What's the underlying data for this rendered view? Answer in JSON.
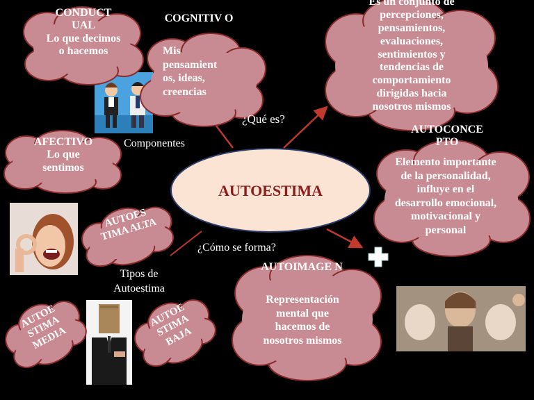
{
  "colors": {
    "background": "#000000",
    "cloud_fill": "#c98b93",
    "cloud_stroke": "#8a2a2a",
    "center_fill": "#fbe4d3",
    "center_stroke": "#2a3c6a",
    "center_text": "#8b1d1d",
    "arrow": "#c0392b"
  },
  "center": {
    "title": "AUTOESTIMA"
  },
  "questions": {
    "what": "¿Qué es?",
    "how": "¿Cómo se forma?"
  },
  "labels": {
    "components": "Componentes",
    "types_line1": "Tipos de",
    "types_line2": "Autoestima"
  },
  "nodes": {
    "conductual": {
      "title": "CONDUCT UAL",
      "body": "Lo que decimos o hacemos"
    },
    "cognitivo": {
      "title": "COGNITIV O",
      "body": "Mis pensamient os, ideas, creencias"
    },
    "definition": {
      "body": "Es un conjunto de percepciones, pensamientos, evaluaciones, sentimientos y tendencias de comportamiento dirigidas hacia nosotros mismos"
    },
    "afectivo": {
      "title": "AFECTIVO",
      "body": "Lo que sentimos"
    },
    "autoconcepto": {
      "title": "AUTOCONCE PTO",
      "body": "Elemento importante de la personalidad, influye en el desarrollo emocional, motivacional y personal"
    },
    "alta": {
      "title": "AUTOES TIMA ALTA"
    },
    "autoimagen": {
      "title": "AUTOIMAGE N",
      "body": "Representación mental que hacemos de nosotros mismos"
    },
    "media": {
      "title": "AUTOE STIMA MEDIA"
    },
    "baja": {
      "title": "AUTOE STIMA BAJA"
    }
  },
  "icons": {
    "plus": "plus-icon",
    "office_people": "office-people-image",
    "laughing_woman": "laughing-woman-image",
    "paper_bag_man": "paper-bag-man-image",
    "masks_women": "women-masks-image"
  }
}
